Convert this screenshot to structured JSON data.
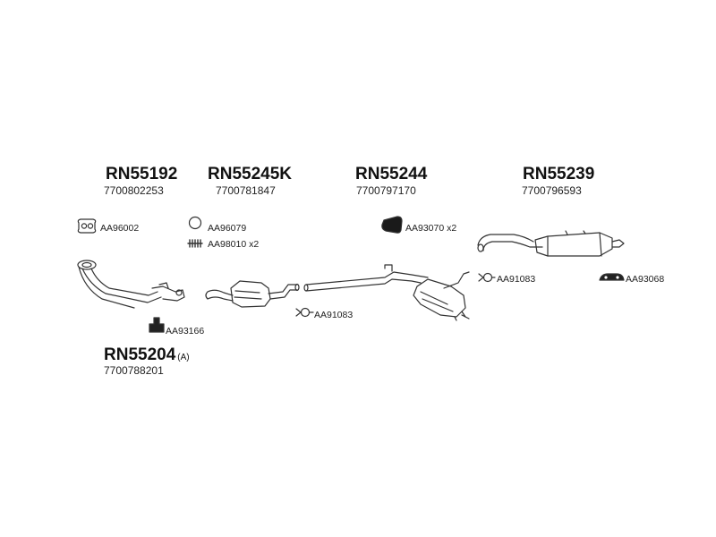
{
  "parts": {
    "p1": {
      "code": "RN55192",
      "oem": "7700802253"
    },
    "p2": {
      "code": "RN55245K",
      "oem": "7700781847"
    },
    "p3": {
      "code": "RN55244",
      "oem": "7700797170"
    },
    "p4": {
      "code": "RN55239",
      "oem": "7700796593"
    },
    "p5": {
      "code": "RN55204",
      "suffix": "(A)",
      "oem": "7700788201"
    }
  },
  "accessories": {
    "a1": "AA96002",
    "a2": "AA96079",
    "a3": "AA98010 x2",
    "a4": "AA93166",
    "a5": "AA91083",
    "a6": "AA93070 x2",
    "a7": "AA91083",
    "a8": "AA93068"
  }
}
